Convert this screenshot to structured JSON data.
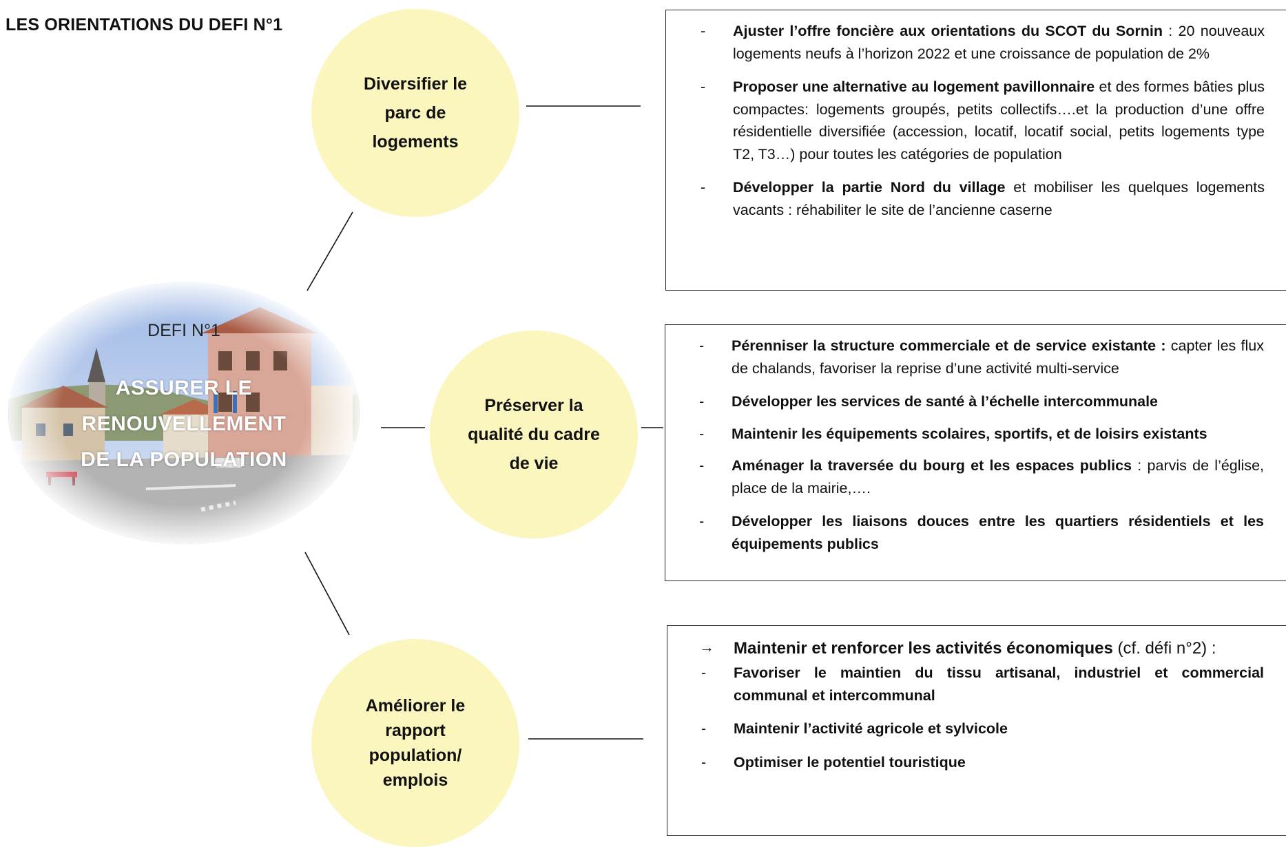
{
  "page_title": "LES ORIENTATIONS DU DEFI N°1",
  "center": {
    "defi_number": "DEFI N°1",
    "title_lines": [
      "ASSURER LE",
      "RENOUVELLEMENT",
      "DE LA POPULATION"
    ]
  },
  "orientations": [
    {
      "label_lines": [
        "Diversifier le",
        "parc de",
        "logements"
      ],
      "items": [
        {
          "bold": "Ajuster l’offre foncière aux orientations du SCOT du Sornin",
          "rest": " : 20 nouveaux logements neufs à l’horizon 2022  et une croissance de population de 2%"
        },
        {
          "bold": "Proposer une alternative au logement pavillonnaire",
          "rest": " et des formes bâties plus compactes: logements groupés, petits collectifs….et la production d’une offre résidentielle diversifiée (accession, locatif, locatif social, petits logements type T2, T3…) pour toutes les catégories de population"
        },
        {
          "bold": "Développer la partie Nord du village",
          "rest": " et mobiliser les quelques logements vacants : réhabiliter le site de l’ancienne caserne"
        }
      ]
    },
    {
      "label_lines": [
        "Préserver la",
        "qualité du cadre",
        "de vie"
      ],
      "items": [
        {
          "bold": "Pérenniser la  structure commerciale et de service existante :",
          "rest": " capter les flux de chalands, favoriser la reprise d’une activité multi-service"
        },
        {
          "bold": "Développer les services de santé à l’échelle intercommunale",
          "rest": ""
        },
        {
          "bold": "Maintenir les équipements scolaires, sportifs, et de loisirs existants",
          "rest": ""
        },
        {
          "bold": "Aménager la traversée du bourg et les espaces publics",
          "rest": " : parvis de l’église, place de la mairie,…."
        },
        {
          "bold": "Développer les liaisons douces entre les quartiers résidentiels et les équipements publics",
          "rest": ""
        }
      ]
    },
    {
      "label_lines": [
        "Améliorer le",
        "rapport",
        "population/",
        "emplois"
      ],
      "intro": {
        "arrow": "→",
        "bold": "Maintenir et renforcer les activités économiques",
        "rest": " (cf. défi n°2) :"
      },
      "items": [
        {
          "bold": "Favoriser le maintien du tissu artisanal, industriel et commercial communal et intercommunal",
          "rest": ""
        },
        {
          "bold": "Maintenir l’activité agricole et sylvicole",
          "rest": ""
        },
        {
          "bold": "Optimiser le potentiel touristique",
          "rest": ""
        }
      ]
    }
  ],
  "dash": "-"
}
